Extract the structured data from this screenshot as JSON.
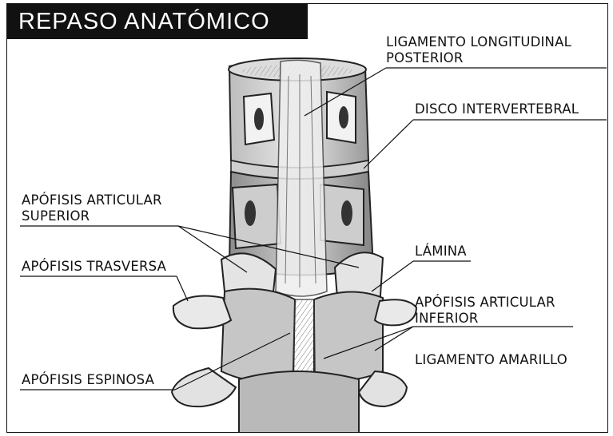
{
  "title": "REPASO ANATÓMICO",
  "labels": {
    "ligamento_longitudinal_l1": "LIGAMENTO LONGITUDINAL",
    "ligamento_longitudinal_l2": "POSTERIOR",
    "disco": "DISCO INTERVERTEBRAL",
    "articular_superior_l1": "APÓFISIS ARTICULAR",
    "articular_superior_l2": "SUPERIOR",
    "trasversa": "APÓFISIS TRASVERSA",
    "lamina": "LÁMINA",
    "articular_inferior_l1": "APÓFISIS ARTICULAR",
    "articular_inferior_l2": "INFERIOR",
    "amarillo": "LIGAMENTO AMARILLO",
    "espinosa": "APÓFISIS ESPINOSA"
  },
  "colors": {
    "ink": "#111111",
    "paper": "#ffffff",
    "shade": "#7a7a7a"
  }
}
